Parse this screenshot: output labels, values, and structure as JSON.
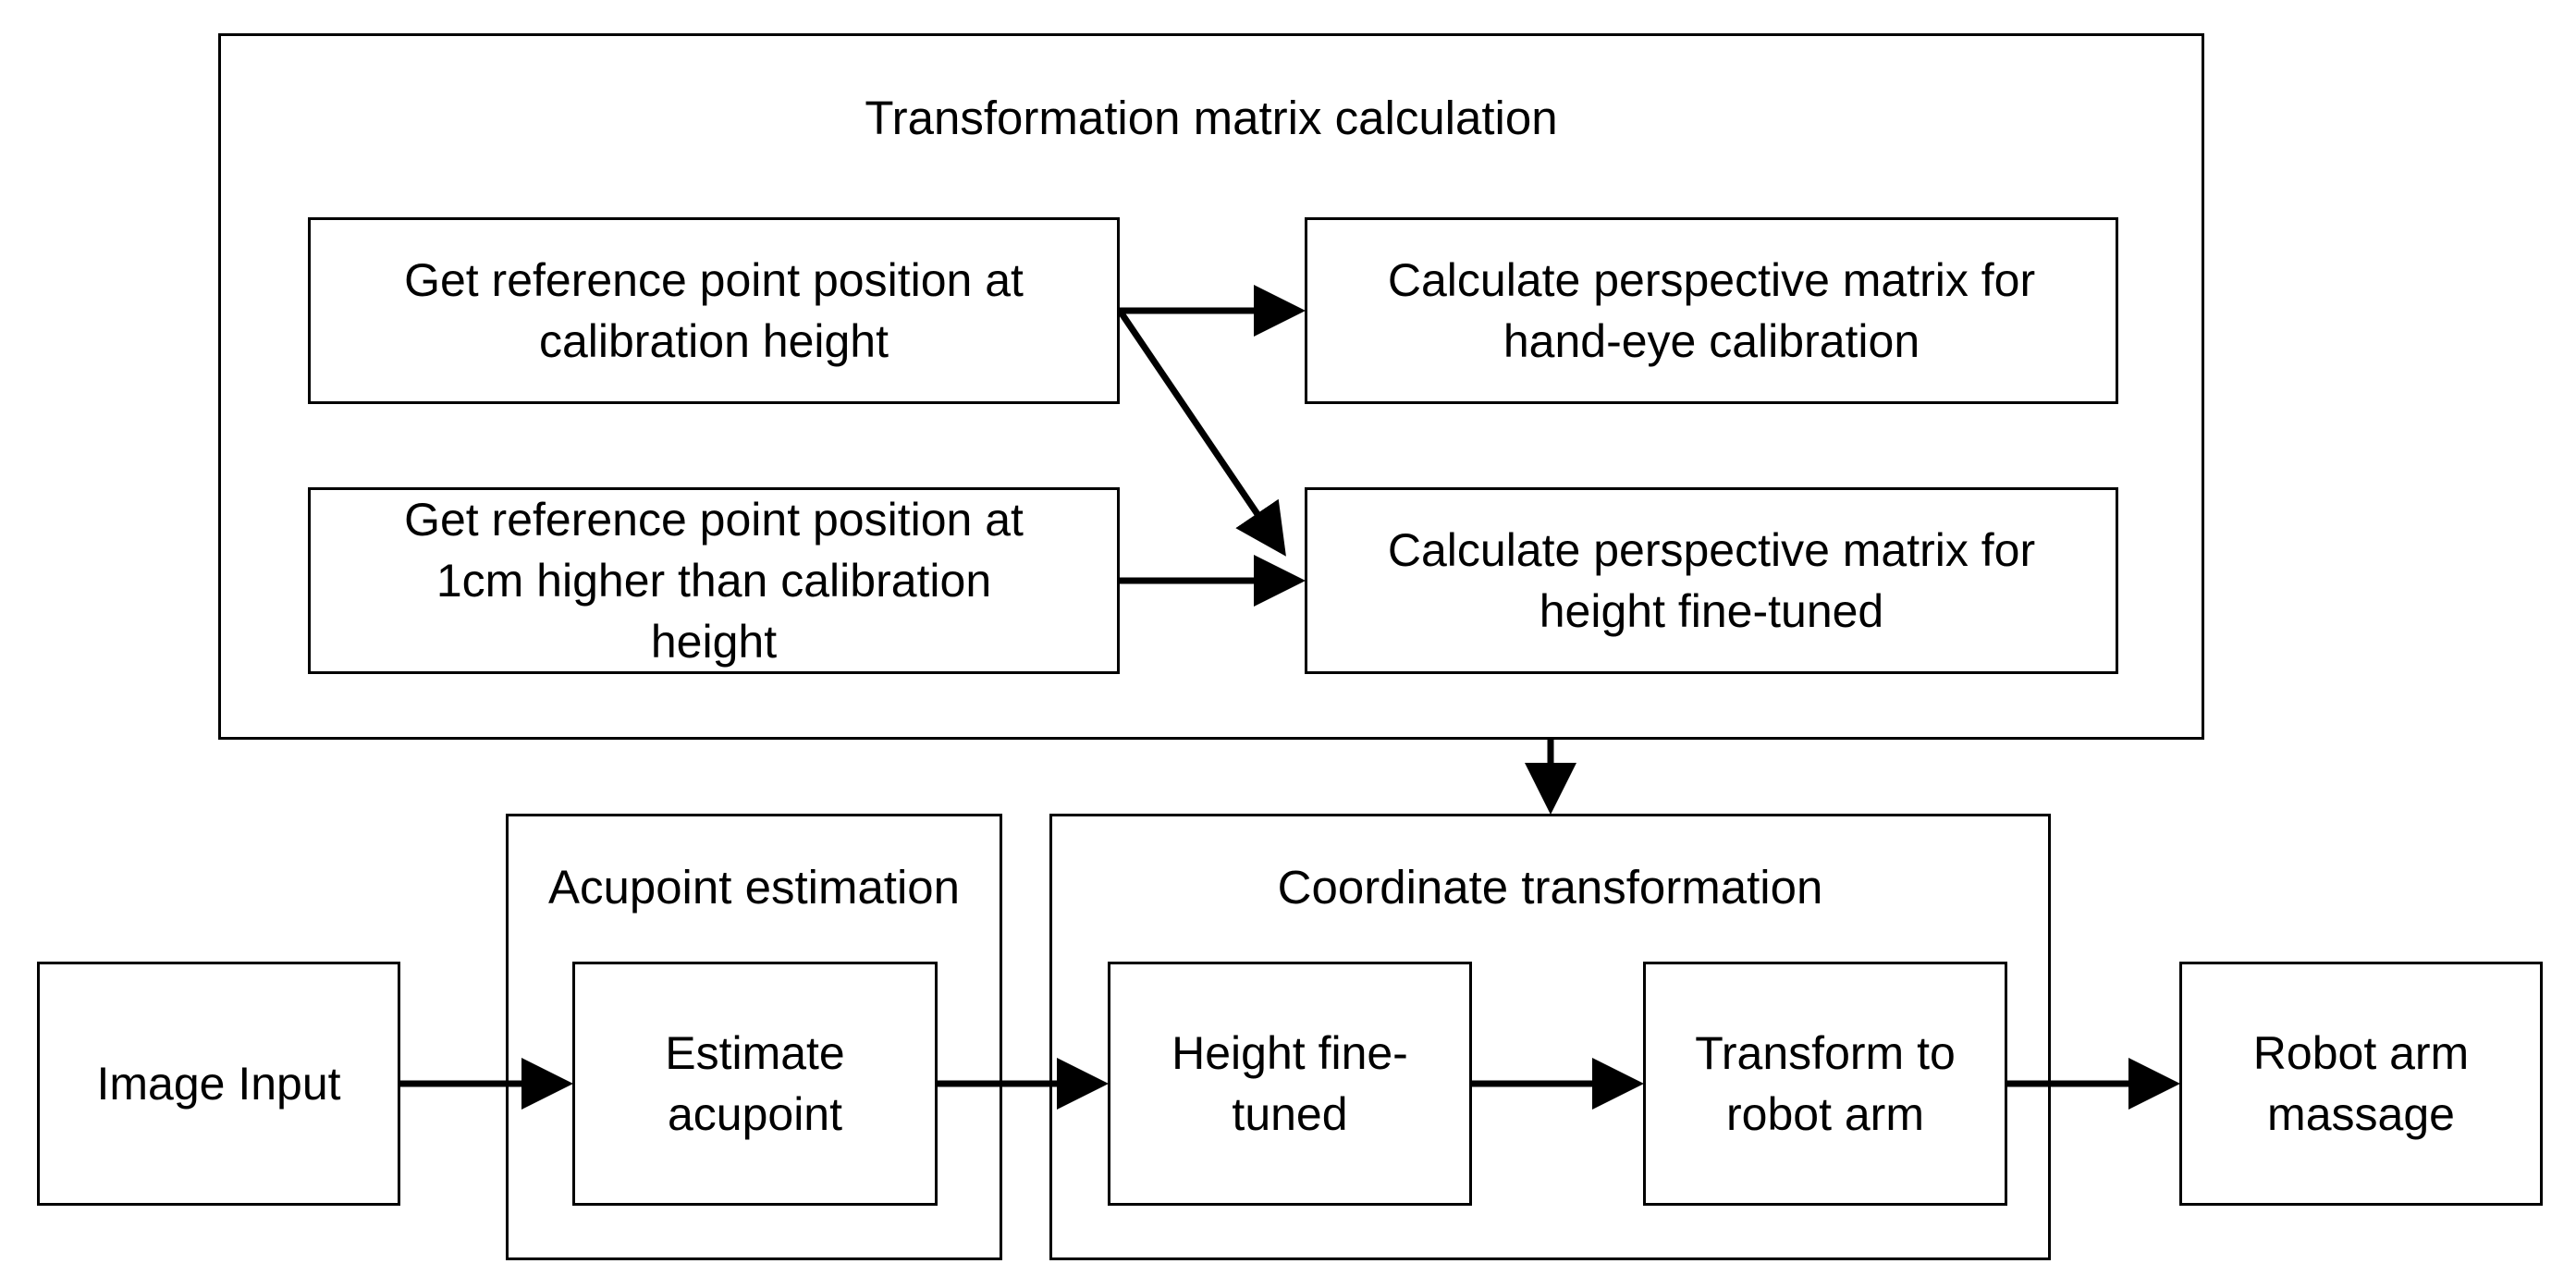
{
  "groups": {
    "transformation": {
      "title": "Transformation matrix calculation"
    },
    "acupoint": {
      "title": "Acupoint estimation"
    },
    "coordinate": {
      "title": "Coordinate transformation"
    }
  },
  "nodes": {
    "ref_calib": {
      "lines": [
        "Get reference point position at",
        "calibration height"
      ]
    },
    "ref_1cm": {
      "lines": [
        "Get reference point position at",
        "1cm higher than calibration",
        "height"
      ]
    },
    "persp_hand_eye": {
      "lines": [
        "Calculate perspective matrix for",
        "hand-eye calibration"
      ]
    },
    "persp_height": {
      "lines": [
        "Calculate perspective matrix for",
        "height fine-tuned"
      ]
    },
    "image_input": {
      "lines": [
        "Image Input"
      ]
    },
    "estimate_acupoint": {
      "lines": [
        "Estimate",
        "acupoint"
      ]
    },
    "height_fine_tuned": {
      "lines": [
        "Height fine-",
        "tuned"
      ]
    },
    "transform_robot": {
      "lines": [
        "Transform to",
        "robot arm"
      ]
    },
    "robot_massage": {
      "lines": [
        "Robot arm",
        "massage"
      ]
    }
  }
}
